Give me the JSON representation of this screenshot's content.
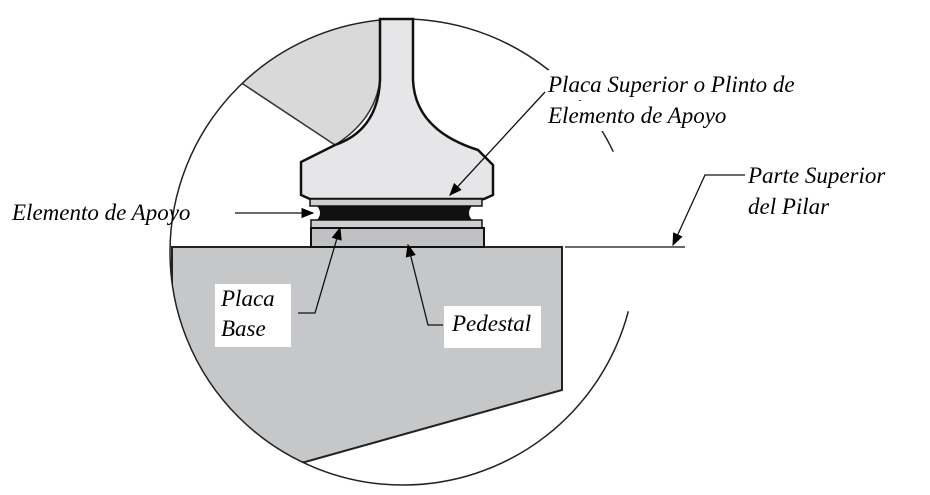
{
  "labels": {
    "top_plate_line1": "Placa Superior o Plinto de",
    "top_plate_line2": "Elemento de Apoyo",
    "pier_top_line1": "Parte Superior",
    "pier_top_line2": "del Pilar",
    "bearing": "Elemento de Apoyo",
    "base_plate_line1": "Placa",
    "base_plate_line2": "Base",
    "pedestal": "Pedestal"
  },
  "colors": {
    "pier": "#c6c7c9",
    "girder": "#e6e6e8",
    "wedge": "#d9d9da",
    "elastomer": "#111111",
    "plate": "#cfcfd1"
  }
}
